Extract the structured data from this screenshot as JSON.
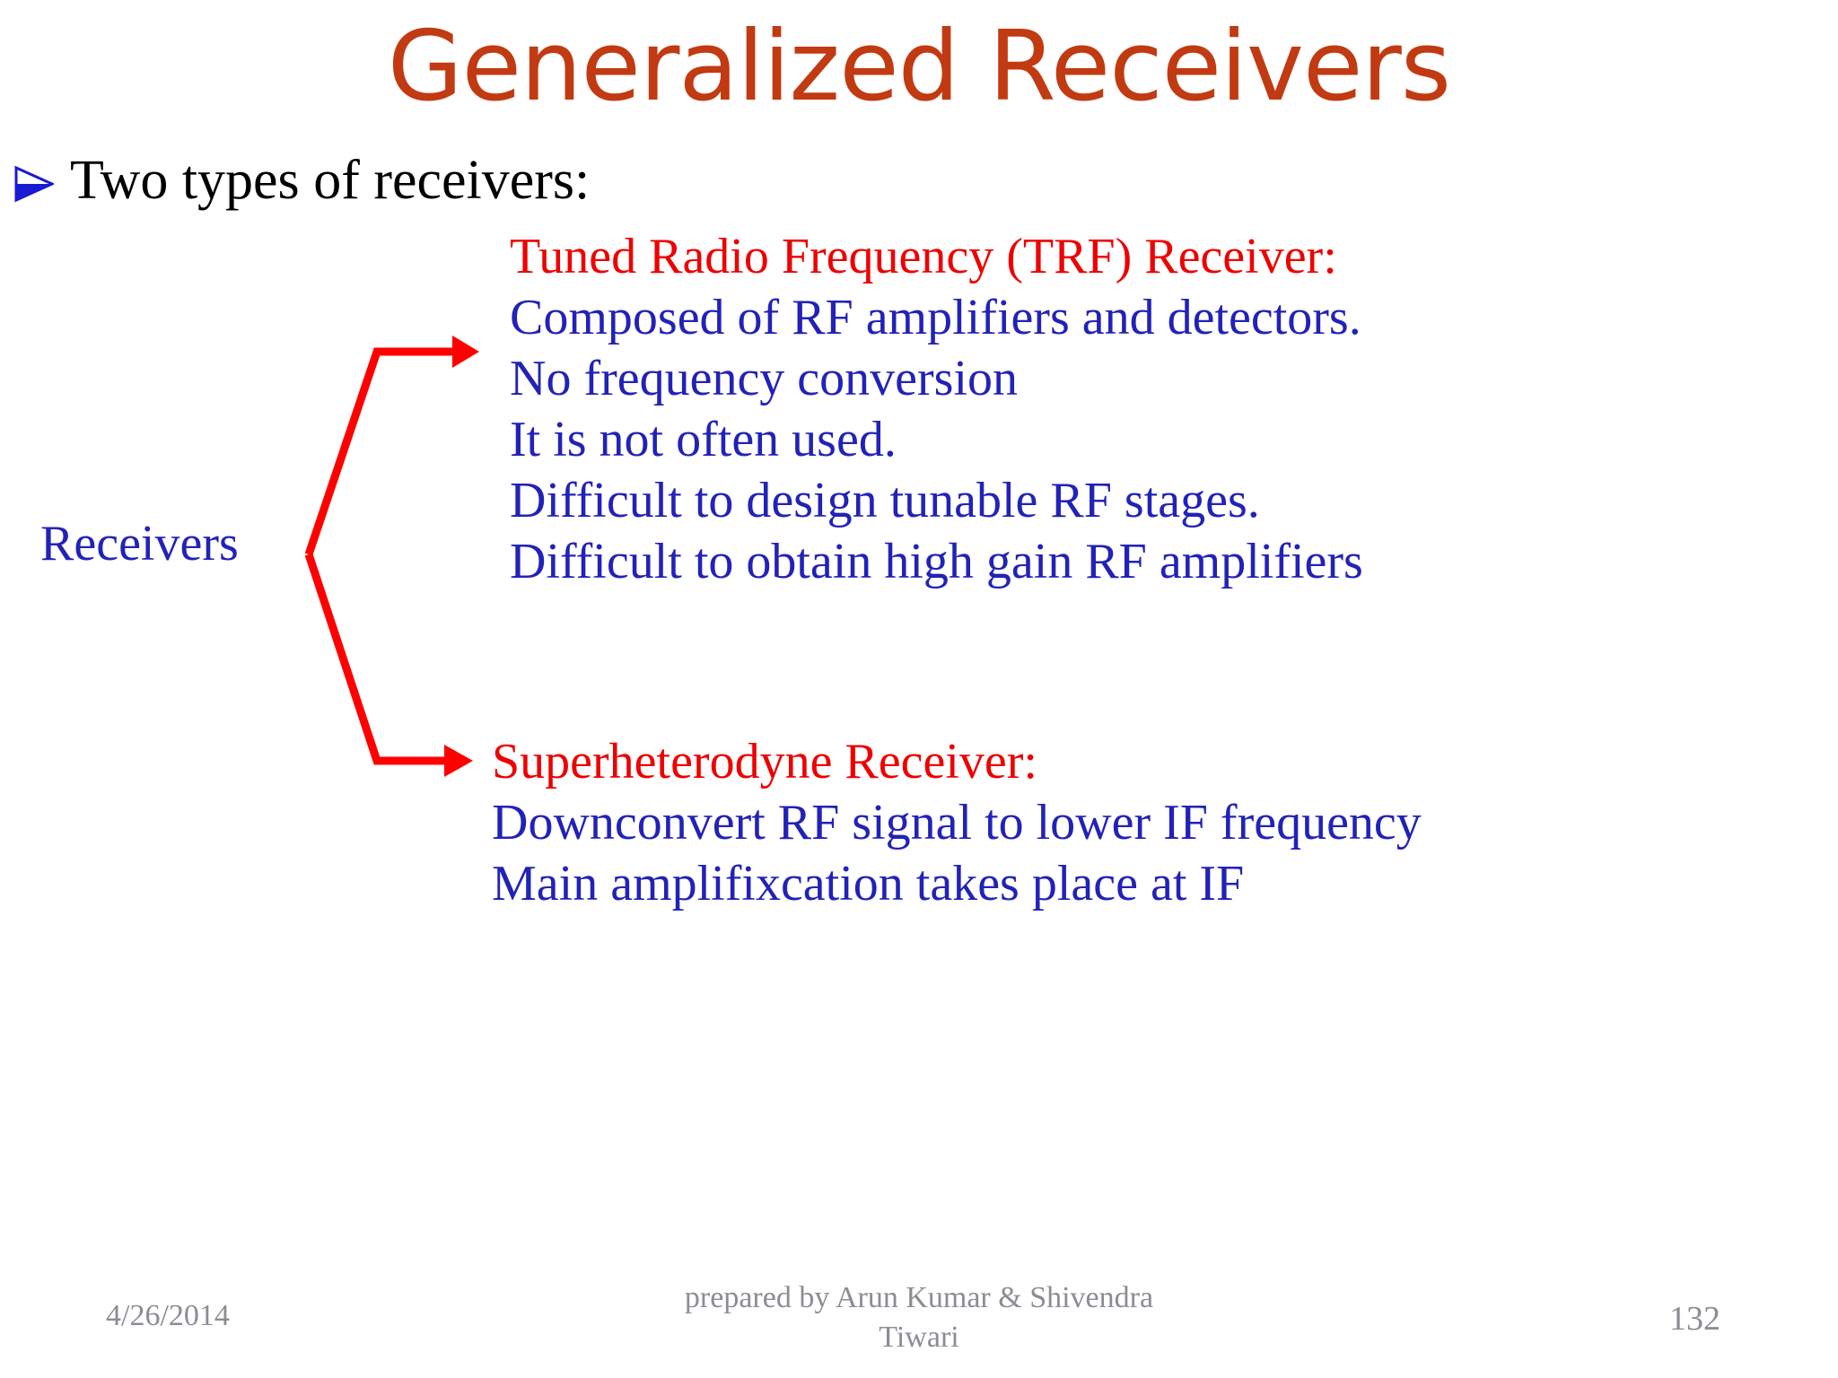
{
  "slide": {
    "title": "Generalized Receivers",
    "title_color": "#C23A12",
    "background_color": "#FFFFFF"
  },
  "bullet": {
    "icon": "arrowhead-bullet-icon",
    "icon_color": "#1A1AD0",
    "text": "Two types of receivers:",
    "text_color": "#000000"
  },
  "diagram": {
    "branch_label": "Receivers",
    "branch_label_color": "#2222B8",
    "connector_color": "#FF0000",
    "upper_arrow": "arrow-to-trf-icon",
    "lower_arrow": "arrow-to-superheterodyne-icon"
  },
  "trf": {
    "heading": "Tuned Radio Frequency (TRF) Receiver:",
    "heading_color": "#EE0000",
    "body_color": "#2222B8",
    "lines": [
      "Composed of RF amplifiers and detectors.",
      "No frequency conversion",
      "It is not often used.",
      "Difficult to design tunable RF stages.",
      "Difficult to obtain high gain RF amplifiers"
    ]
  },
  "superheterodyne": {
    "heading": "Superheterodyne Receiver:",
    "heading_color": "#EE0000",
    "body_color": "#2222B8",
    "lines": [
      "Downconvert RF signal to lower IF frequency",
      "Main amplifixcation takes place at IF"
    ]
  },
  "footer": {
    "date": "4/26/2014",
    "credit": "prepared by Arun Kumar & Shivendra Tiwari",
    "page_number": "132",
    "color": "#8C8C94"
  }
}
